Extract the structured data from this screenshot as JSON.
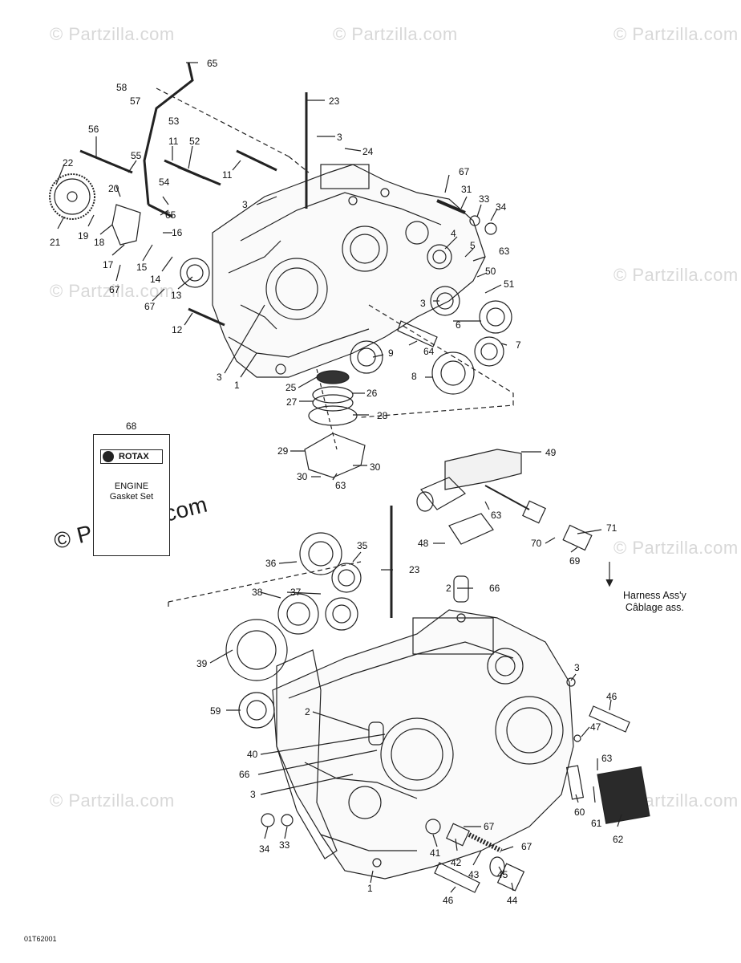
{
  "watermarks": {
    "brand": "© Partzilla.com"
  },
  "kit": {
    "part_number": "68",
    "brand": "ROTAX",
    "line1": "ENGINE",
    "line2": "Gasket Set"
  },
  "harness_note": {
    "line1": "Harness Ass'y",
    "line2": "Câblage ass."
  },
  "figure_ref": "01T62001",
  "labels": [
    {
      "id": "58",
      "text": "58"
    },
    {
      "id": "57",
      "text": "57"
    },
    {
      "id": "65a",
      "text": "65"
    },
    {
      "id": "53",
      "text": "53"
    },
    {
      "id": "23a",
      "text": "23"
    },
    {
      "id": "3a",
      "text": "3"
    },
    {
      "id": "24",
      "text": "24"
    },
    {
      "id": "56",
      "text": "56"
    },
    {
      "id": "11a",
      "text": "11"
    },
    {
      "id": "52",
      "text": "52"
    },
    {
      "id": "55",
      "text": "55"
    },
    {
      "id": "22",
      "text": "22"
    },
    {
      "id": "11b",
      "text": "11"
    },
    {
      "id": "54",
      "text": "54"
    },
    {
      "id": "20",
      "text": "20"
    },
    {
      "id": "3b",
      "text": "3"
    },
    {
      "id": "65b",
      "text": "65"
    },
    {
      "id": "67a",
      "text": "67"
    },
    {
      "id": "31",
      "text": "31"
    },
    {
      "id": "33a",
      "text": "33"
    },
    {
      "id": "34a",
      "text": "34"
    },
    {
      "id": "19",
      "text": "19"
    },
    {
      "id": "18",
      "text": "18"
    },
    {
      "id": "16",
      "text": "16"
    },
    {
      "id": "21",
      "text": "21"
    },
    {
      "id": "4",
      "text": "4"
    },
    {
      "id": "5",
      "text": "5"
    },
    {
      "id": "63a",
      "text": "63"
    },
    {
      "id": "17",
      "text": "17"
    },
    {
      "id": "15",
      "text": "15"
    },
    {
      "id": "50",
      "text": "50"
    },
    {
      "id": "14",
      "text": "14"
    },
    {
      "id": "67b",
      "text": "67"
    },
    {
      "id": "13",
      "text": "13"
    },
    {
      "id": "51",
      "text": "51"
    },
    {
      "id": "67c",
      "text": "67"
    },
    {
      "id": "3c",
      "text": "3"
    },
    {
      "id": "6",
      "text": "6"
    },
    {
      "id": "12",
      "text": "12"
    },
    {
      "id": "64",
      "text": "64"
    },
    {
      "id": "7",
      "text": "7"
    },
    {
      "id": "9",
      "text": "9"
    },
    {
      "id": "3d",
      "text": "3"
    },
    {
      "id": "1a",
      "text": "1"
    },
    {
      "id": "8",
      "text": "8"
    },
    {
      "id": "25",
      "text": "25"
    },
    {
      "id": "26",
      "text": "26"
    },
    {
      "id": "27",
      "text": "27"
    },
    {
      "id": "28",
      "text": "28"
    },
    {
      "id": "29",
      "text": "29"
    },
    {
      "id": "49",
      "text": "49"
    },
    {
      "id": "30a",
      "text": "30"
    },
    {
      "id": "30b",
      "text": "30"
    },
    {
      "id": "63b",
      "text": "63"
    },
    {
      "id": "63c",
      "text": "63"
    },
    {
      "id": "71",
      "text": "71"
    },
    {
      "id": "48",
      "text": "48"
    },
    {
      "id": "70",
      "text": "70"
    },
    {
      "id": "69",
      "text": "69"
    },
    {
      "id": "35",
      "text": "35"
    },
    {
      "id": "36",
      "text": "36"
    },
    {
      "id": "23b",
      "text": "23"
    },
    {
      "id": "2a",
      "text": "2"
    },
    {
      "id": "66a",
      "text": "66"
    },
    {
      "id": "38",
      "text": "38"
    },
    {
      "id": "37",
      "text": "37"
    },
    {
      "id": "39",
      "text": "39"
    },
    {
      "id": "3e",
      "text": "3"
    },
    {
      "id": "46a",
      "text": "46"
    },
    {
      "id": "59",
      "text": "59"
    },
    {
      "id": "2b",
      "text": "2"
    },
    {
      "id": "47",
      "text": "47"
    },
    {
      "id": "40",
      "text": "40"
    },
    {
      "id": "63d",
      "text": "63"
    },
    {
      "id": "66b",
      "text": "66"
    },
    {
      "id": "3f",
      "text": "3"
    },
    {
      "id": "60",
      "text": "60"
    },
    {
      "id": "61",
      "text": "61"
    },
    {
      "id": "62",
      "text": "62"
    },
    {
      "id": "67d",
      "text": "67"
    },
    {
      "id": "34b",
      "text": "34"
    },
    {
      "id": "33b",
      "text": "33"
    },
    {
      "id": "41",
      "text": "41"
    },
    {
      "id": "42",
      "text": "42"
    },
    {
      "id": "67e",
      "text": "67"
    },
    {
      "id": "43",
      "text": "43"
    },
    {
      "id": "45",
      "text": "45"
    },
    {
      "id": "1b",
      "text": "1"
    },
    {
      "id": "44",
      "text": "44"
    },
    {
      "id": "46b",
      "text": "46"
    }
  ]
}
